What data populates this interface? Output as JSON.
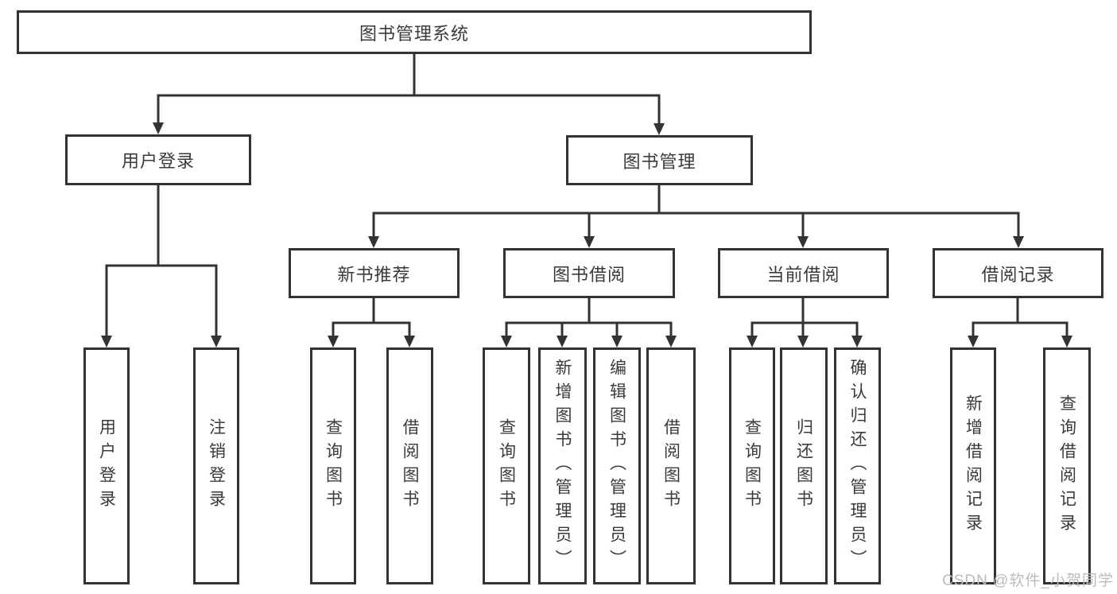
{
  "nodes": {
    "root": "图书管理系统",
    "level2": [
      "用户登录",
      "图书管理"
    ],
    "level3": [
      "新书推荐",
      "图书借阅",
      "当前借阅",
      "借阅记录"
    ],
    "leaves_user_login": [
      "用户登录",
      "注销登录"
    ],
    "leaves_new_book": [
      "查询图书",
      "借阅图书"
    ],
    "leaves_book_borrow": [
      "查询图书",
      "新增图书（管理员）",
      "编辑图书（管理员）",
      "借阅图书"
    ],
    "leaves_current_borrow": [
      "查询图书",
      "归还图书",
      "确认归还（管理员）"
    ],
    "leaves_borrow_records": [
      "新增借阅记录",
      "查询借阅记录"
    ]
  },
  "watermark": "CSDN @软件_小贺同学",
  "colors": {
    "line": "#333333",
    "text": "#3a3a3a",
    "watermark": "#bcbcbc"
  }
}
